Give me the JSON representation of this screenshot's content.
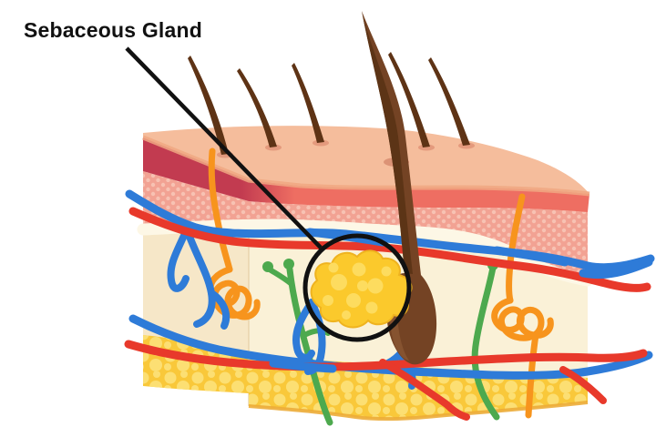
{
  "diagram": {
    "label": "Sebaceous Gland",
    "highlighted_structure": "sebaceous gland",
    "structures": [
      "hair",
      "hair follicle",
      "epidermis",
      "dermis",
      "subcutaneous fat",
      "blood vessels",
      "nerve endings",
      "sweat glands",
      "sebaceous gland"
    ],
    "colors": {
      "background": "#ffffff",
      "outline": "#111111",
      "skin_surface": "#f5bd9c",
      "epidermis_band": "#ee6e62",
      "epidermis_band_side": "#c23b50",
      "papillary_pink": "#f2a293",
      "papillary_dot": "#f7c2b3",
      "dermis_cream": "#faf1d7",
      "dermis_side_cream": "#f3dfbc",
      "fat_yellow": "#f9c83a",
      "fat_bubble": "#fcdf73",
      "vessel_red": "#e8392b",
      "vessel_blue": "#2e7bd8",
      "nerve_green": "#4da94e",
      "sweat_gland_orange": "#f7941d",
      "hair_brown": "#744324",
      "hair_dark": "#5c3416",
      "sebaceous_yellow": "#fbc92c",
      "sebaceous_lobule": "#fddc5f"
    }
  }
}
